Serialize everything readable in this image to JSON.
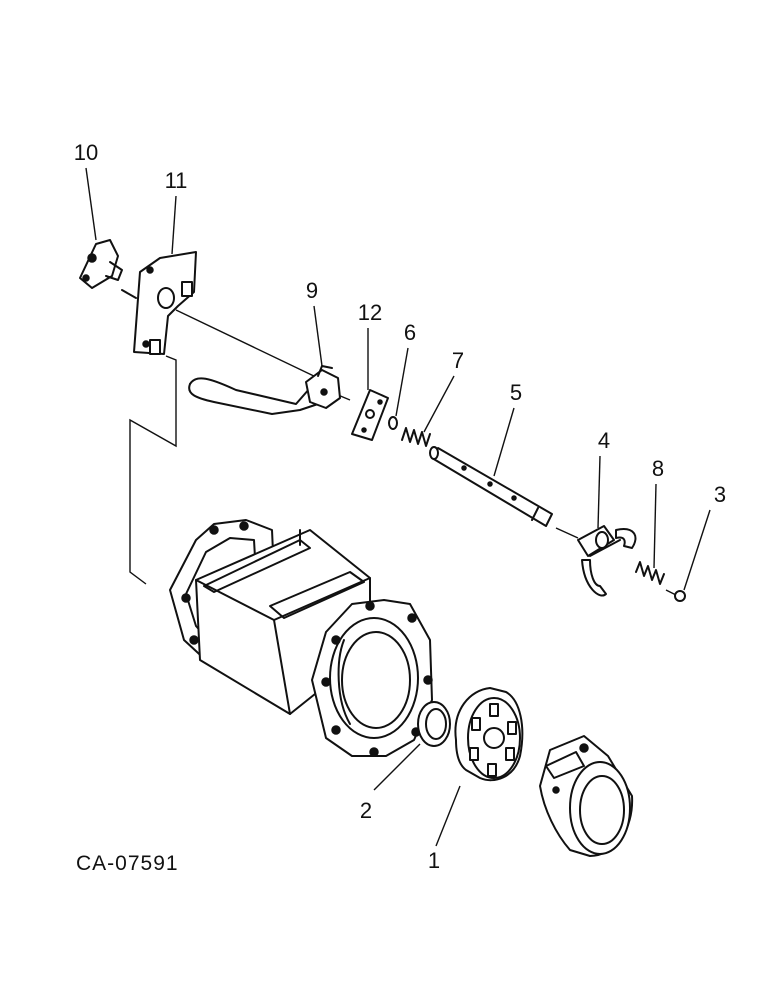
{
  "figure_id": "CA-07591",
  "callouts": [
    "1",
    "2",
    "3",
    "4",
    "5",
    "6",
    "7",
    "8",
    "9",
    "10",
    "11",
    "12"
  ]
}
